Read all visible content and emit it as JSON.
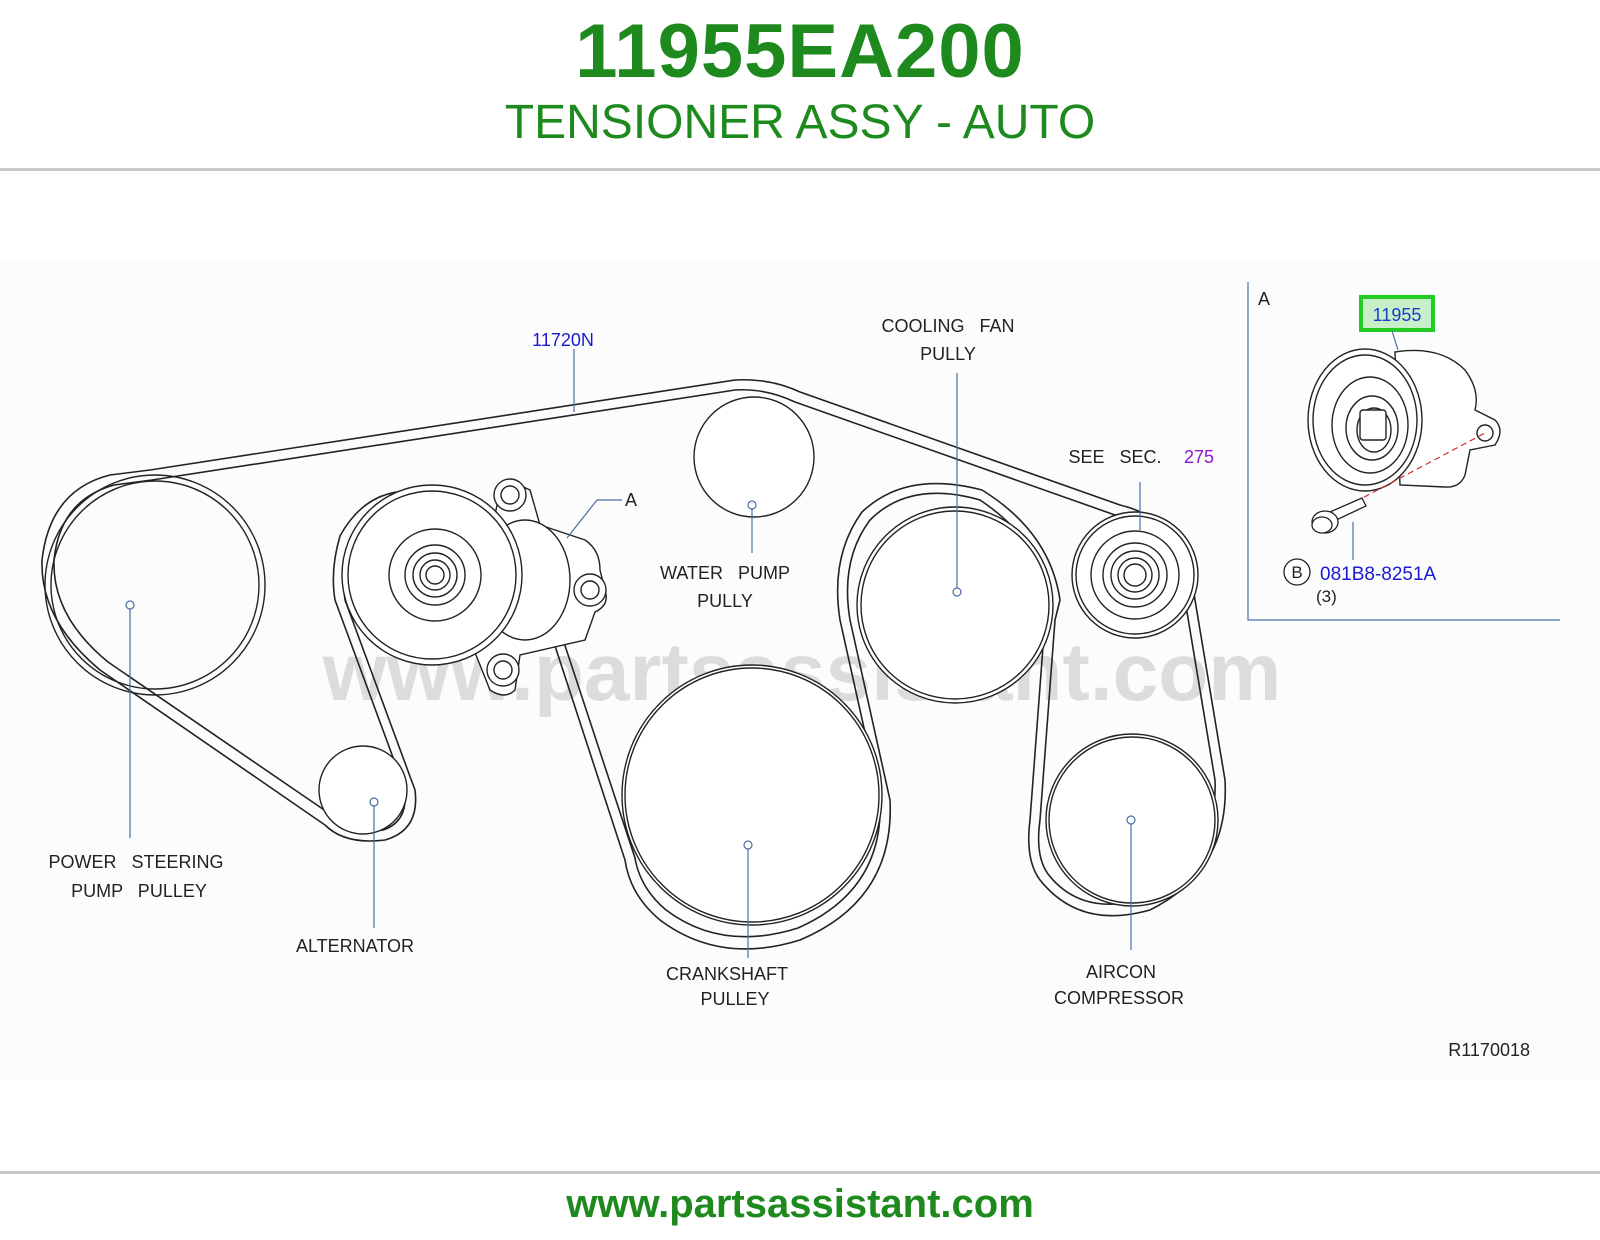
{
  "header": {
    "part_number": "11955EA200",
    "part_name": "TENSIONER ASSY - AUTO"
  },
  "diagram": {
    "belt_ref": "11720N",
    "detail_marker": "A",
    "labels": {
      "cooling_fan_1": "COOLING   FAN",
      "cooling_fan_2": "PULLY",
      "see_sec": "SEE   SEC.",
      "see_sec_num": "275",
      "water_pump_1": "WATER   PUMP",
      "water_pump_2": "PULLY",
      "ps_pump_1": "POWER   STEERING",
      "ps_pump_2": "PUMP   PULLEY",
      "alternator": "ALTERNATOR",
      "crankshaft_1": "CRANKSHAFT",
      "crankshaft_2": "PULLEY",
      "aircon_1": "AIRCON",
      "aircon_2": "COMPRESSOR"
    },
    "detail": {
      "marker": "A",
      "highlighted_part": "11955",
      "bolt_callout": "B",
      "bolt_part": "081B8-8251A",
      "bolt_qty": "(3)"
    },
    "ref_code": "R1170018",
    "watermark": "www.partsassistant.com"
  },
  "footer": {
    "url": "www.partsassistant.com"
  },
  "colors": {
    "brand_green": "#1e8a1e",
    "link_blue": "#1a1ad0",
    "section_purple": "#8a1ad0",
    "highlight_green": "#22cc22",
    "leader_blue": "#4a6fa5"
  }
}
